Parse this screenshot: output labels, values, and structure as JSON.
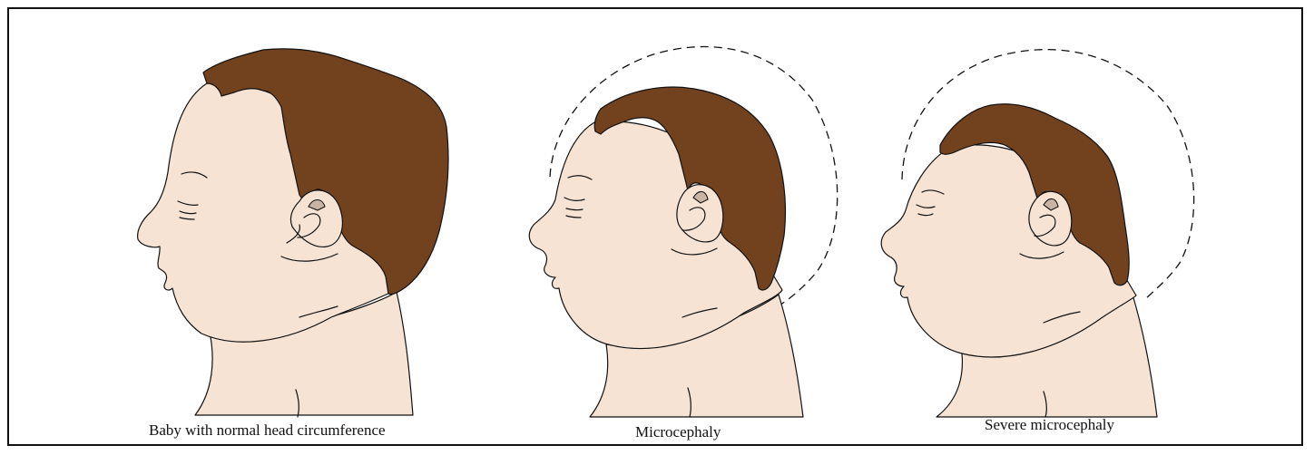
{
  "colors": {
    "skin": "#f6e3d4",
    "hair": "#72421f",
    "outline": "#111111",
    "dashed_outline": "#111111"
  },
  "panels": [
    {
      "caption": "Baby with normal head circumference"
    },
    {
      "caption": "Microcephaly"
    },
    {
      "caption": "Severe microcephaly"
    }
  ]
}
